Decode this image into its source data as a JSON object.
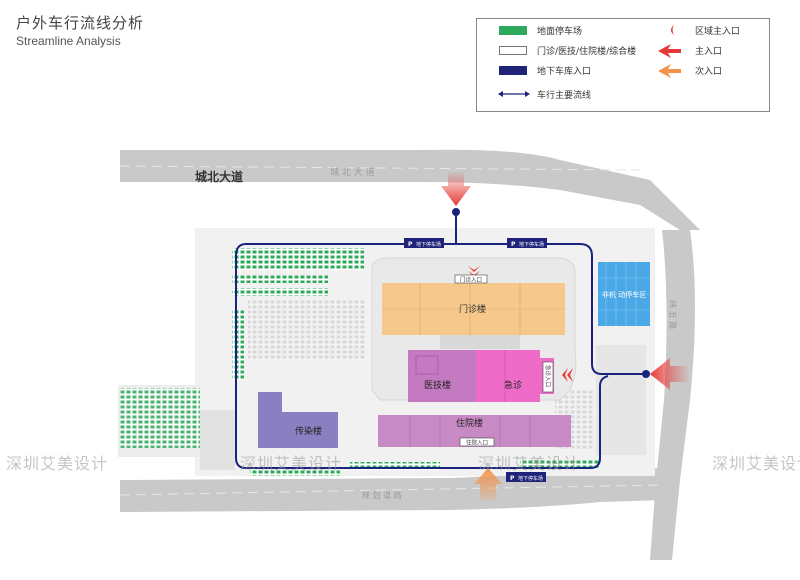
{
  "title": {
    "zh": "户外车行流线分析",
    "en": "Streamline  Analysis"
  },
  "legend": {
    "surface_parking": "地面停车场",
    "buildings": "门诊/医技/住院楼/综合楼",
    "underground_entrance": "地下车库入口",
    "main_flow": "车行主要流线",
    "area_main_entrance": "区域主入口",
    "main_entrance": "主入口",
    "secondary_entrance": "次入口"
  },
  "roads": {
    "north_bold": "城北大道",
    "north_faint": "城 北 大 道",
    "south": "规 划 道 路",
    "east": "纬 五 路"
  },
  "buildings": {
    "outpatient": "门诊楼",
    "medtech": "医技楼",
    "emergency": "急诊",
    "inpatient": "住院楼",
    "infectious": "传染楼",
    "bike": "非机 动停车区"
  },
  "entrances": {
    "outpatient_entry": "门诊入口",
    "emergency_entry": "急诊入口",
    "inpatient_entry": "住院入口"
  },
  "parking_labels": {
    "garage_1": "地下停车场",
    "garage_2": "地下停车场",
    "garage_3": "地下停车场"
  },
  "watermark": "深圳艾美设计",
  "colors": {
    "parking": "#2ea85a",
    "flow": "#1a237e",
    "outpatient": "#f6c88c",
    "medtech": "#c37ac0",
    "emergency": "#ee6cc8",
    "inpatient": "#c88ac4",
    "infectious": "#8a7fc0",
    "bike": "#4aa8e6",
    "main_arrow": "#e53935",
    "secondary_arrow": "#f39248"
  }
}
